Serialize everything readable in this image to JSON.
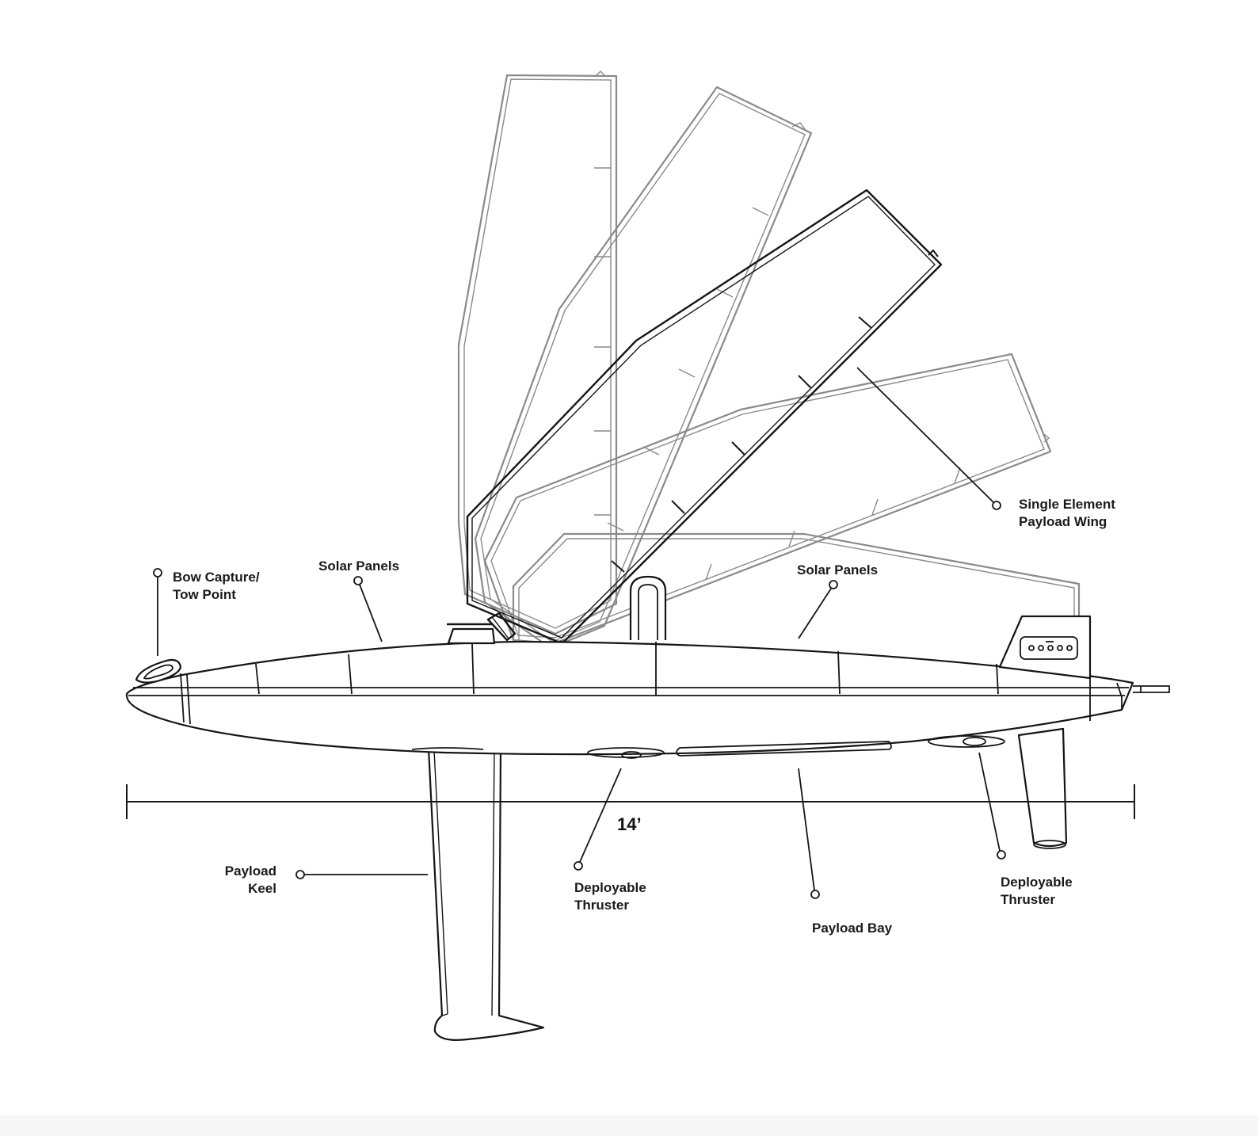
{
  "labels": {
    "bow_capture": [
      "Bow Capture/",
      "Tow Point"
    ],
    "solar_panels_fwd": "Solar Panels",
    "solar_panels_aft": "Solar Panels",
    "wing": [
      "Single Element",
      "Payload Wing"
    ],
    "keel": [
      "Payload",
      "Keel"
    ],
    "thruster_fwd": [
      "Deployable",
      "Thruster"
    ],
    "payload_bay": "Payload Bay",
    "thruster_aft": [
      "Deployable",
      "Thruster"
    ]
  },
  "dimension": {
    "length": "14’"
  }
}
